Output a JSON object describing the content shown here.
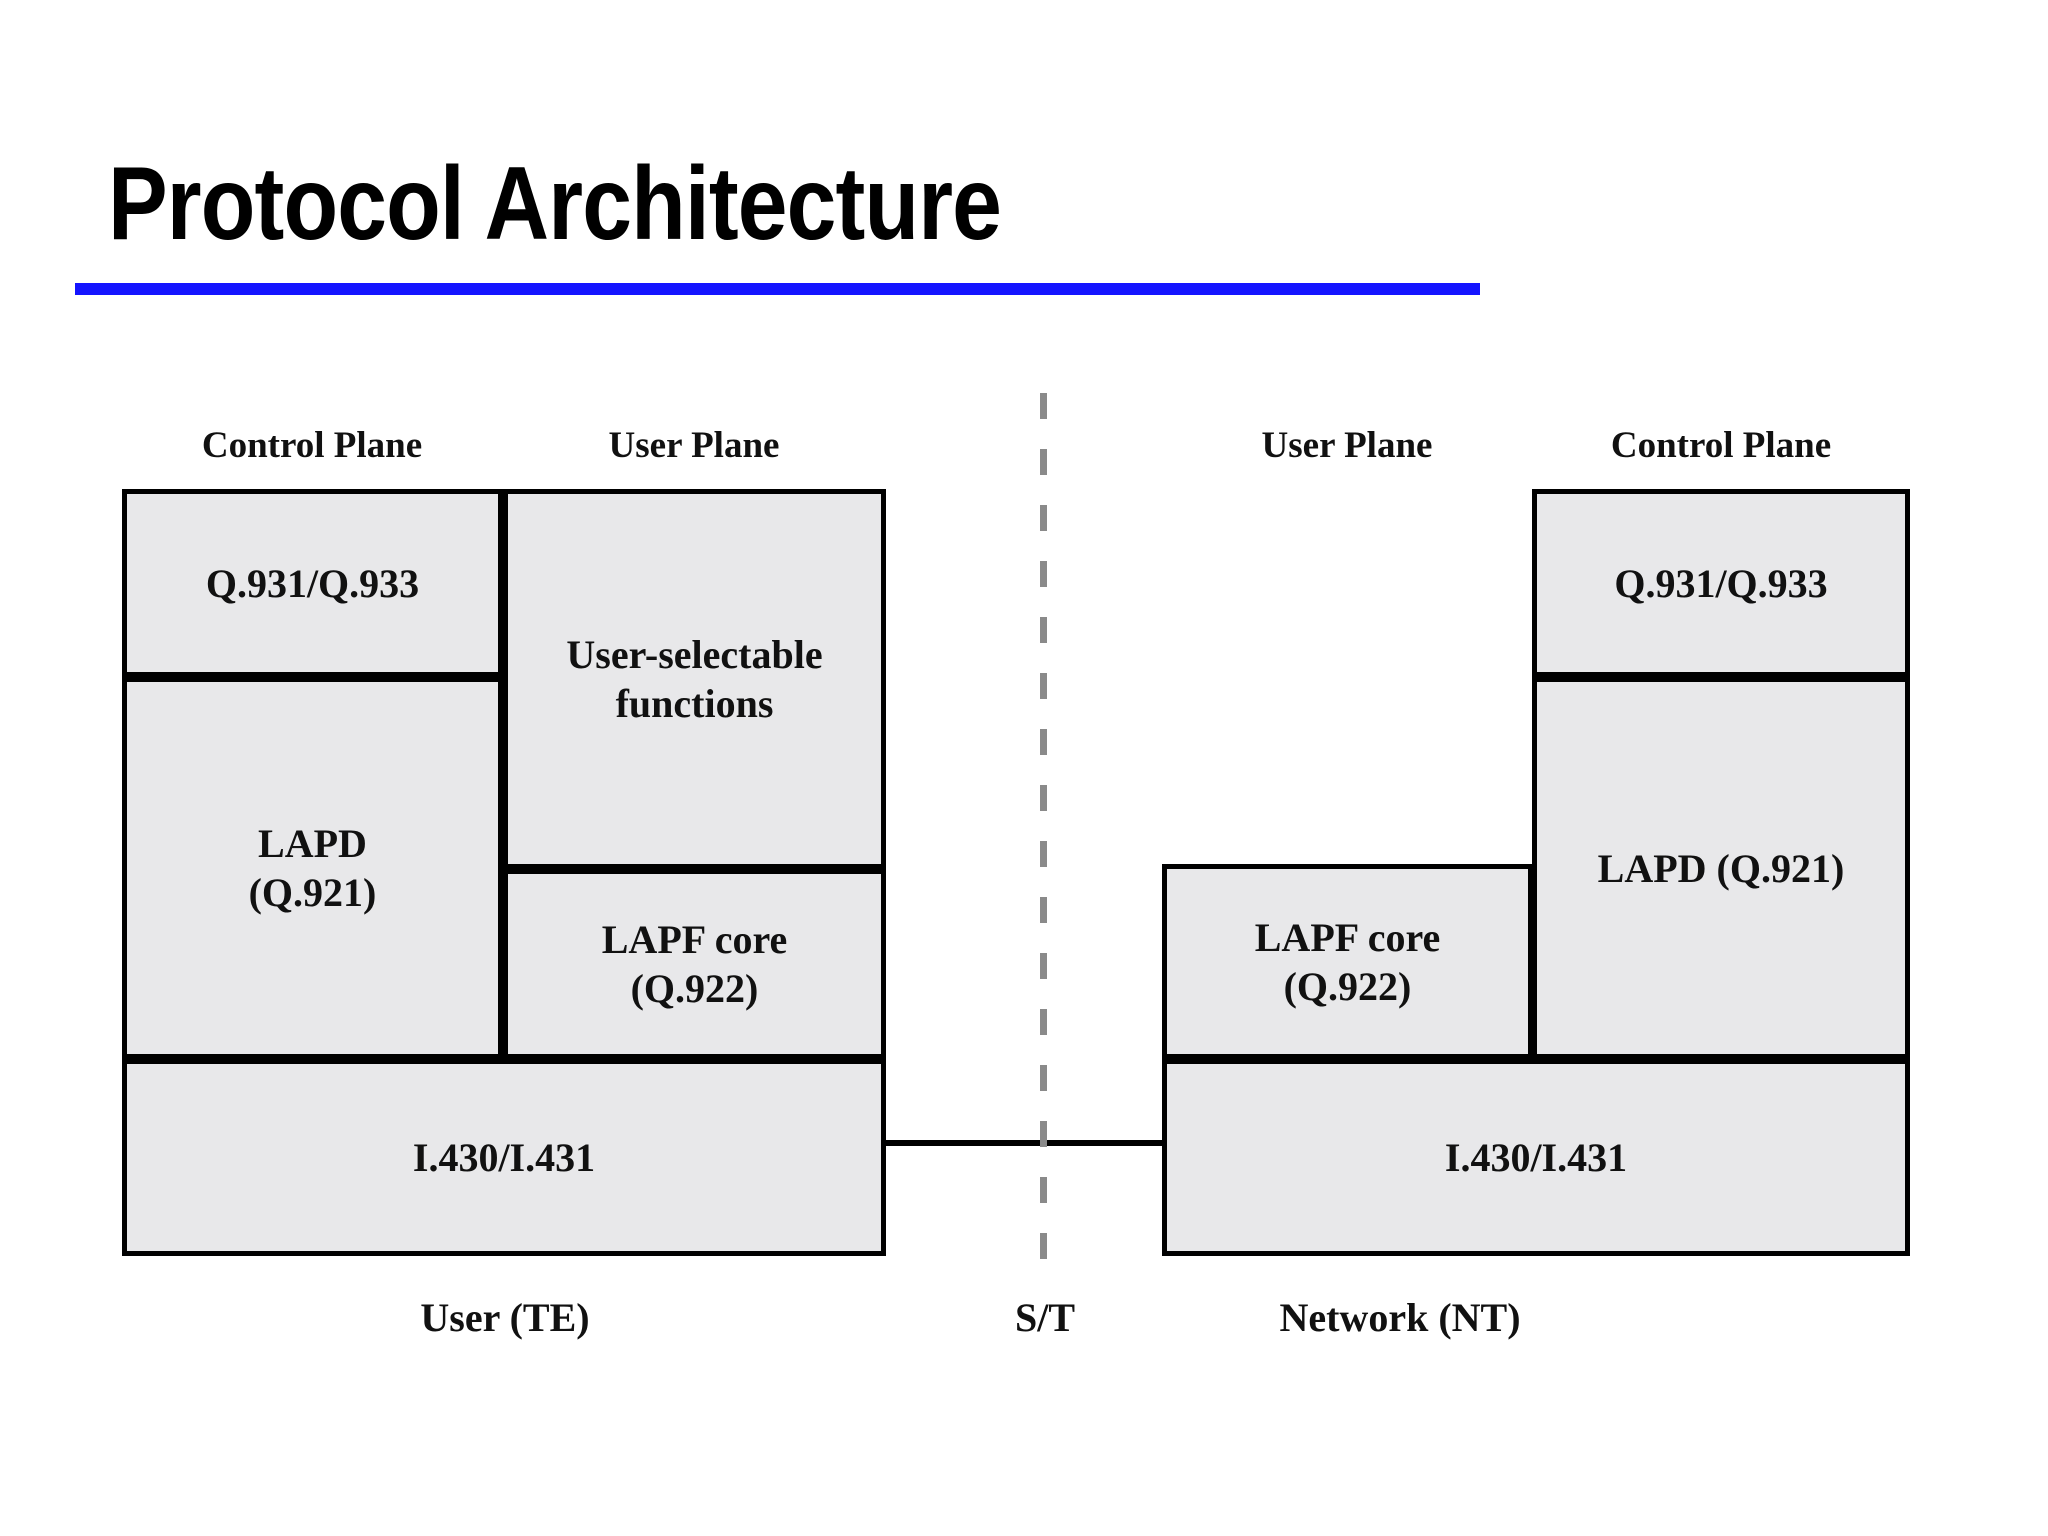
{
  "slide": {
    "title": "Protocol Architecture",
    "rule_color": "#1414ff"
  },
  "diagram": {
    "type": "layered-protocol-stack",
    "box_fill": "#e8e8ea",
    "box_border": "#000000",
    "reference_line_color": "#8a8a8a",
    "left_side": {
      "bottom_label": "User (TE)",
      "column_headers": [
        {
          "label": "Control Plane"
        },
        {
          "label": "User Plane"
        }
      ],
      "control_plane_layers": [
        {
          "label": "Q.931/Q.933"
        },
        {
          "label_line1": "LAPD",
          "label_line2": "(Q.921)"
        }
      ],
      "user_plane_layers": [
        {
          "label_line1": "User-selectable",
          "label_line2": "functions"
        },
        {
          "label_line1": "LAPF core",
          "label_line2": "(Q.922)"
        }
      ],
      "physical_layer": {
        "label": "I.430/I.431"
      }
    },
    "interface": {
      "label": "S/T"
    },
    "right_side": {
      "bottom_label": "Network (NT)",
      "column_headers": [
        {
          "label": "User Plane"
        },
        {
          "label": "Control Plane"
        }
      ],
      "user_plane_layers": [
        {
          "label_line1": "LAPF core",
          "label_line2": "(Q.922)"
        }
      ],
      "control_plane_layers": [
        {
          "label": "Q.931/Q.933"
        },
        {
          "label": "LAPD (Q.921)"
        }
      ],
      "physical_layer": {
        "label": "I.430/I.431"
      }
    }
  }
}
